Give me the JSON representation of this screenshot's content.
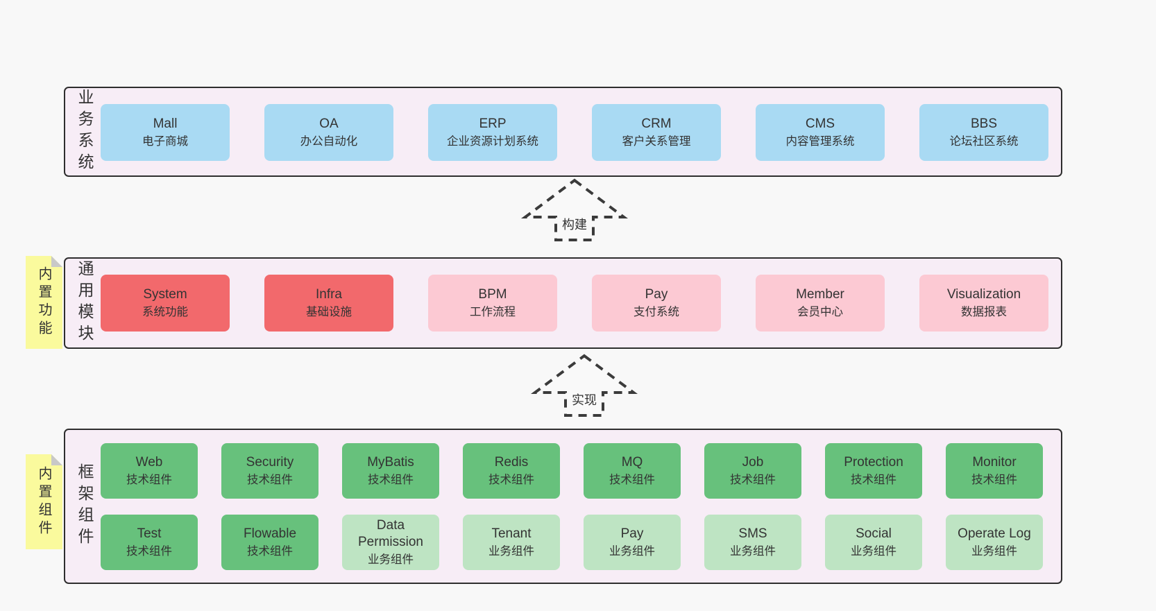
{
  "diagram": {
    "band1": {
      "label": "业务系统",
      "boxes": [
        {
          "en": "Mall",
          "zh": "电子商城"
        },
        {
          "en": "OA",
          "zh": "办公自动化"
        },
        {
          "en": "ERP",
          "zh": "企业资源计划系统"
        },
        {
          "en": "CRM",
          "zh": "客户关系管理"
        },
        {
          "en": "CMS",
          "zh": "内容管理系统"
        },
        {
          "en": "BBS",
          "zh": "论坛社区系统"
        }
      ]
    },
    "arrow1": {
      "label": "构建"
    },
    "band2": {
      "label": "通用模块",
      "sticky": "内置功能",
      "boxes": [
        {
          "en": "System",
          "zh": "系统功能"
        },
        {
          "en": "Infra",
          "zh": "基础设施"
        },
        {
          "en": "BPM",
          "zh": "工作流程"
        },
        {
          "en": "Pay",
          "zh": "支付系统"
        },
        {
          "en": "Member",
          "zh": "会员中心"
        },
        {
          "en": "Visualization",
          "zh": "数据报表"
        }
      ]
    },
    "arrow2": {
      "label": "实现"
    },
    "band3": {
      "label": "框架组件",
      "sticky": "内置组件",
      "row1": [
        {
          "en": "Web",
          "zh": "技术组件"
        },
        {
          "en": "Security",
          "zh": "技术组件"
        },
        {
          "en": "MyBatis",
          "zh": "技术组件"
        },
        {
          "en": "Redis",
          "zh": "技术组件"
        },
        {
          "en": "MQ",
          "zh": "技术组件"
        },
        {
          "en": "Job",
          "zh": "技术组件"
        },
        {
          "en": "Protection",
          "zh": "技术组件"
        },
        {
          "en": "Monitor",
          "zh": "技术组件"
        }
      ],
      "row2": [
        {
          "en": "Test",
          "zh": "技术组件"
        },
        {
          "en": "Flowable",
          "zh": "技术组件"
        },
        {
          "en": "Data Permission",
          "zh": "业务组件"
        },
        {
          "en": "Tenant",
          "zh": "业务组件"
        },
        {
          "en": "Pay",
          "zh": "业务组件"
        },
        {
          "en": "SMS",
          "zh": "业务组件"
        },
        {
          "en": "Social",
          "zh": "业务组件"
        },
        {
          "en": "Operate Log",
          "zh": "业务组件"
        }
      ]
    },
    "colors": {
      "page_bg": "#f8f8f8",
      "band_bg": "#f7edf6",
      "band_border": "#2e2e2e",
      "blue_box": "#a9daf3",
      "red_box": "#f2696c",
      "pink_box": "#fcc9d3",
      "green_dark_box": "#67c17c",
      "green_light_box": "#bee4c3",
      "sticky_note": "#fafa9d",
      "sticky_fold": "#c8c8c8",
      "text": "#333333"
    }
  }
}
